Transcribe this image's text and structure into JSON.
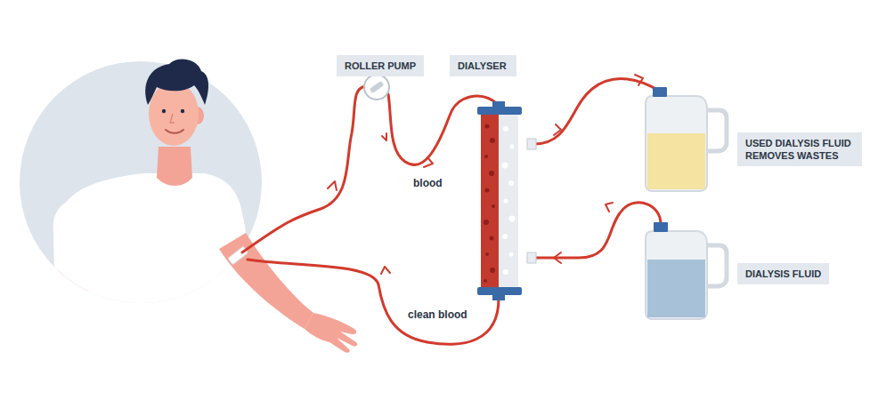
{
  "diagram": {
    "nodes": [
      {
        "text": [
          "ROLLER PUMP"
        ]
      },
      {
        "text": [
          "DIALYSER"
        ]
      },
      {
        "text": [
          "USED DIALYSIS FLUID REMOVES WASTES"
        ]
      },
      {
        "text": [
          "DIALYSIS FLUID"
        ]
      }
    ],
    "labels": [
      "blood",
      "clean blood"
    ]
  }
}
